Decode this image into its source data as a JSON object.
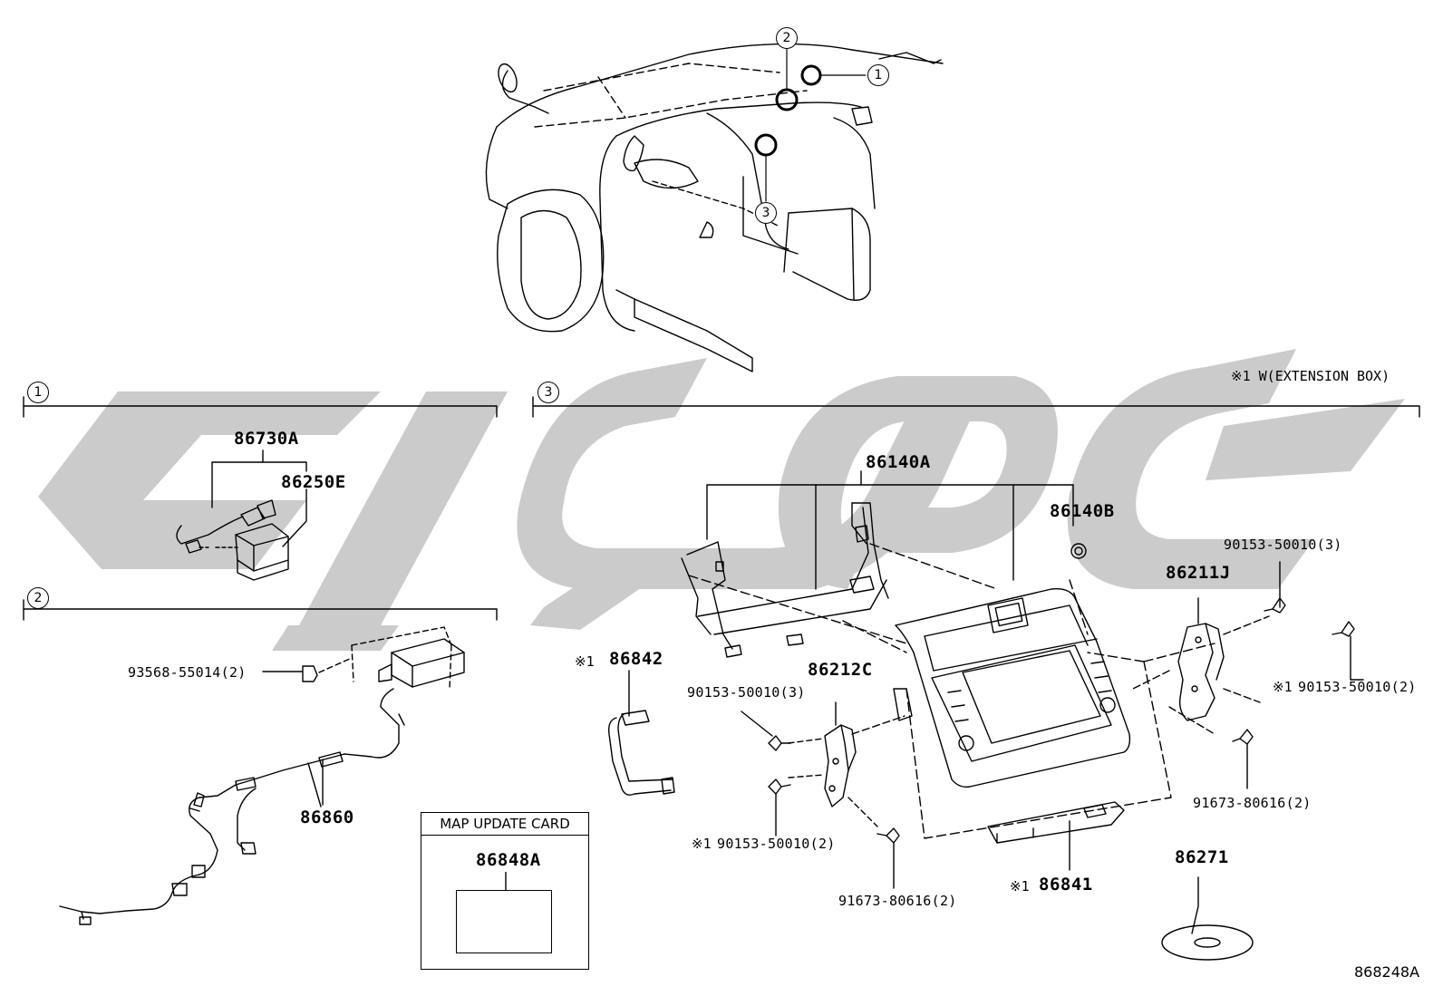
{
  "watermark": {
    "color": "#c8c8c8"
  },
  "callouts": {
    "c1": "1",
    "c2": "2",
    "c3": "3"
  },
  "section1": {
    "marker": "1",
    "parts": {
      "p86730A": "86730A",
      "p86250E": "86250E"
    }
  },
  "section2": {
    "marker": "2",
    "parts": {
      "p86860": "86860",
      "f93568": "93568-55014(2)"
    }
  },
  "map_card": {
    "title": "MAP UPDATE CARD",
    "part": "86848A"
  },
  "section3": {
    "marker": "3",
    "note": "※1 W(EXTENSION BOX)",
    "parts": {
      "p86140A": "86140A",
      "p86140B": "86140B",
      "p86211J": "86211J",
      "p86212C": "86212C",
      "p86842": "86842",
      "p86841": "86841",
      "p86271": "86271",
      "p86842_mark": "※1",
      "p86841_mark": "※1"
    },
    "fasteners": {
      "f90153_3_right": "90153-50010(3)",
      "f90153_2_right": "90153-50010(2)",
      "f90153_2_right_mark": "※1",
      "f90153_3_left": "90153-50010(3)",
      "f90153_2_left": "90153-50010(2)",
      "f90153_2_left_mark": "※1",
      "f91673_right": "91673-80616(2)",
      "f91673_left": "91673-80616(2)"
    }
  },
  "diagram_code": "868248A"
}
